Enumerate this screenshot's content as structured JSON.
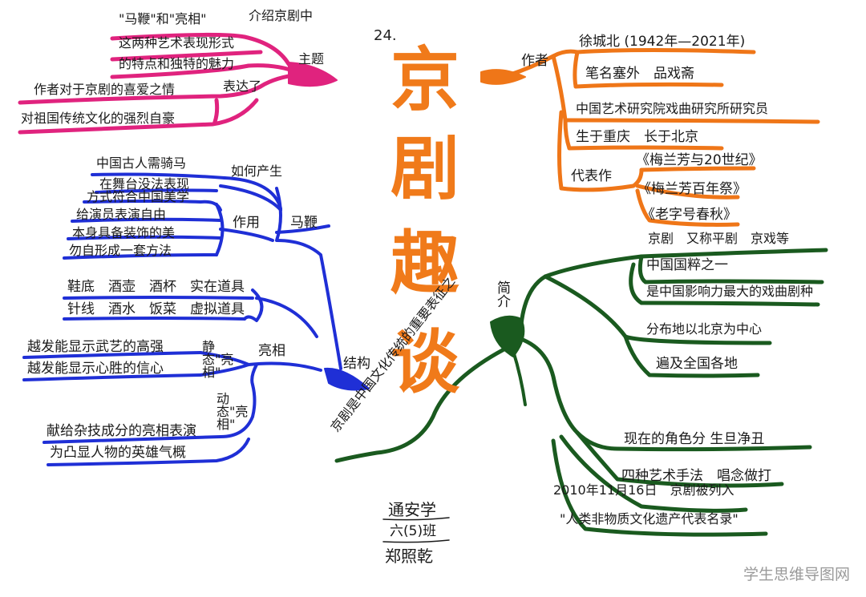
{
  "number": "24.",
  "title": [
    "京",
    "剧",
    "趣",
    "谈"
  ],
  "colors": {
    "pink": "#e0237e",
    "orange": "#ef7618",
    "blue": "#1f2fd6",
    "green": "#1a5a1f"
  },
  "theme": {
    "label": "主题",
    "intro_label": "介绍京剧中",
    "item1": "\"马鞭\"和\"亮相\"",
    "item2": "这两种艺术表现形式",
    "item3": "的特点和独特的魅力",
    "express_label": "表达了",
    "item4": "作者对于京剧的喜爱之情",
    "item5": "对祖国传统文化的强烈自豪"
  },
  "author": {
    "label": "作者",
    "name": "徐城北 (1942年—2021年)",
    "pen_name": "笔名塞外　品戏斋",
    "job": "中国艺术研究院戏曲研究所研究员",
    "born": "生于重庆　长于北京",
    "works_label": "代表作",
    "works": [
      "《梅兰芳与20世纪》",
      "《梅兰芳百年祭》",
      "《老字号春秋》"
    ]
  },
  "structure_label": "结构",
  "horsewhip": {
    "label": "马鞭",
    "origin_label": "如何产生",
    "origin1": "中国古人需骑马",
    "origin2": "在舞台没法表现",
    "effect_label": "作用",
    "effects": [
      "方式符合中国美学",
      "给演员表演自由",
      "本身具备装饰的美",
      "勿自形成一套方法"
    ],
    "props1": "鞋底　酒壶　酒杯　实在道具",
    "props2": "针线　酒水　饭菜　虚拟道具"
  },
  "pose": {
    "label": "亮相",
    "static_label": "静态\"亮相\"",
    "static1": "越发能显示武艺的高强",
    "static2": "越发能显示心胜的信心",
    "dynamic_label": "动态\"亮相\"",
    "dynamic1": "献给杂技成分的亮相表演",
    "dynamic2": "为凸显人物的英雄气概"
  },
  "intro": {
    "label": "简介",
    "side_label": "京剧　又称平剧　京戏等",
    "items": [
      "中国国粹之一",
      "是中国影响力最大的戏曲剧种",
      "分布地以北京为中心",
      "遍及全国各地"
    ],
    "roles": "现在的角色分 生旦净丑",
    "arts": "四种艺术手法　唱念做打",
    "date": "2010年11月16日　京剧被列入",
    "heritage": "\"人类非物质文化遗产代表名录\"",
    "symbol": "京剧是中国文化传统的重要表征之"
  },
  "footer": {
    "school": "通安学",
    "class": "六(5)班",
    "name": "郑照乾"
  },
  "watermark": "学生思维导图网"
}
